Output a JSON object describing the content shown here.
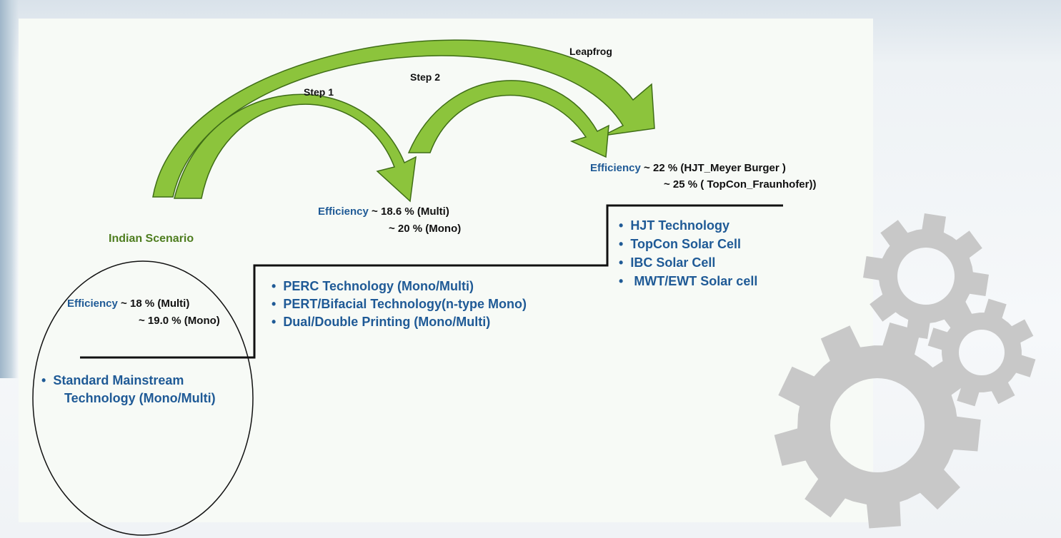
{
  "arrows": {
    "leapfrog": "Leapfrog",
    "step1": "Step 1",
    "step2": "Step 2"
  },
  "indian": {
    "title": "Indian Scenario",
    "efficiency_label": "Efficiency",
    "line1": "~ 18 % (Multi)",
    "line2": "~ 19.0 % (Mono)",
    "items": [
      "Standard Mainstream",
      "Technology (Mono/Multi)"
    ]
  },
  "step_mid": {
    "efficiency_label": "Efficiency",
    "line1": "~ 18.6 % (Multi)",
    "line2": "~ 20 % (Mono)",
    "items": [
      "PERC Technology (Mono/Multi)",
      "PERT/Bifacial Technology(n-type Mono)",
      "Dual/Double Printing (Mono/Multi)"
    ]
  },
  "step_top": {
    "efficiency_label": "Efficiency",
    "line1": "~ 22 % (HJT_Meyer Burger )",
    "line2": "~ 25 % ( TopCon_Fraunhofer))",
    "items": [
      "HJT Technology",
      "TopCon Solar Cell",
      "IBC Solar Cell",
      "MWT/EWT Solar cell"
    ]
  },
  "icons": [
    "gear-icon",
    "gear-icon",
    "gear-icon"
  ],
  "colors": {
    "arrow_fill": "#8cc43c",
    "arrow_stroke": "#3f6d17",
    "text_blue": "#1f5a96",
    "title_green": "#4e7d1f",
    "gear": "#c8c8c8"
  }
}
